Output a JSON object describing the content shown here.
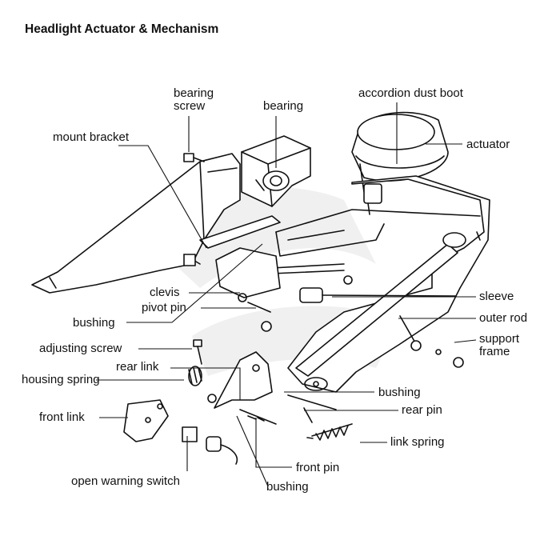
{
  "title": "Headlight Actuator & Mechanism",
  "labels": {
    "bearing_screw_1": "bearing",
    "bearing_screw_2": "screw",
    "bearing": "bearing",
    "accordion_dust_boot": "accordion dust boot",
    "actuator": "actuator",
    "mount_bracket": "mount bracket",
    "clevis": "clevis",
    "pivot_pin": "pivot pin",
    "bushing_left": "bushing",
    "adjusting_screw": "adjusting screw",
    "rear_link": "rear link",
    "housing_spring": "housing spring",
    "front_link": "front link",
    "open_warning_switch": "open warning switch",
    "sleeve": "sleeve",
    "outer_rod": "outer rod",
    "support_frame_1": "support",
    "support_frame_2": "frame",
    "bushing_right": "bushing",
    "rear_pin": "rear pin",
    "link_spring": "link spring",
    "front_pin": "front pin",
    "bushing_bottom": "bushing"
  },
  "colors": {
    "ink": "#111111",
    "watermark": "#eeeeee",
    "background": "#ffffff"
  }
}
